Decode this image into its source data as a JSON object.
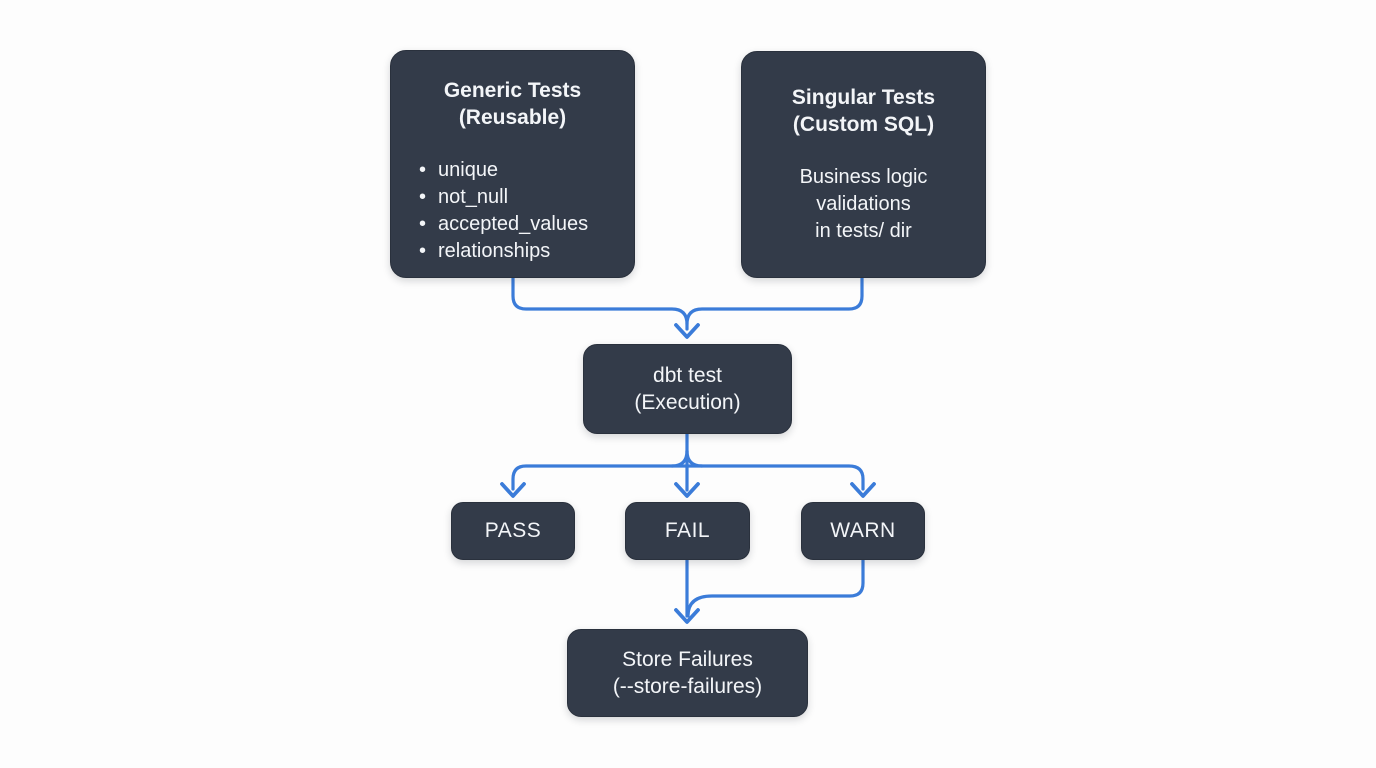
{
  "colors": {
    "background": "#fdfdfd",
    "node_fill": "#333b49",
    "node_border": "#2a313d",
    "node_text": "#f3f5f8",
    "connector": "#3b7cd9"
  },
  "nodes": {
    "generic_tests": {
      "title": [
        "Generic Tests",
        "(Reusable)"
      ],
      "bullets": [
        "unique",
        "not_null",
        "accepted_values",
        "relationships"
      ]
    },
    "singular_tests": {
      "title": [
        "Singular Tests",
        "(Custom SQL)"
      ],
      "body": [
        "Business logic",
        "validations",
        "in tests/ dir"
      ]
    },
    "dbt_test": {
      "title": [
        "dbt test",
        "(Execution)"
      ]
    },
    "pass": {
      "label": "PASS"
    },
    "fail": {
      "label": "FAIL"
    },
    "warn": {
      "label": "WARN"
    },
    "store_failures": {
      "title": [
        "Store Failures",
        "(--store-failures)"
      ]
    }
  },
  "edges": [
    {
      "from": "generic_tests",
      "to": "dbt_test"
    },
    {
      "from": "singular_tests",
      "to": "dbt_test"
    },
    {
      "from": "dbt_test",
      "to": "pass"
    },
    {
      "from": "dbt_test",
      "to": "fail"
    },
    {
      "from": "dbt_test",
      "to": "warn"
    },
    {
      "from": "fail",
      "to": "store_failures"
    },
    {
      "from": "warn",
      "to": "store_failures"
    }
  ]
}
